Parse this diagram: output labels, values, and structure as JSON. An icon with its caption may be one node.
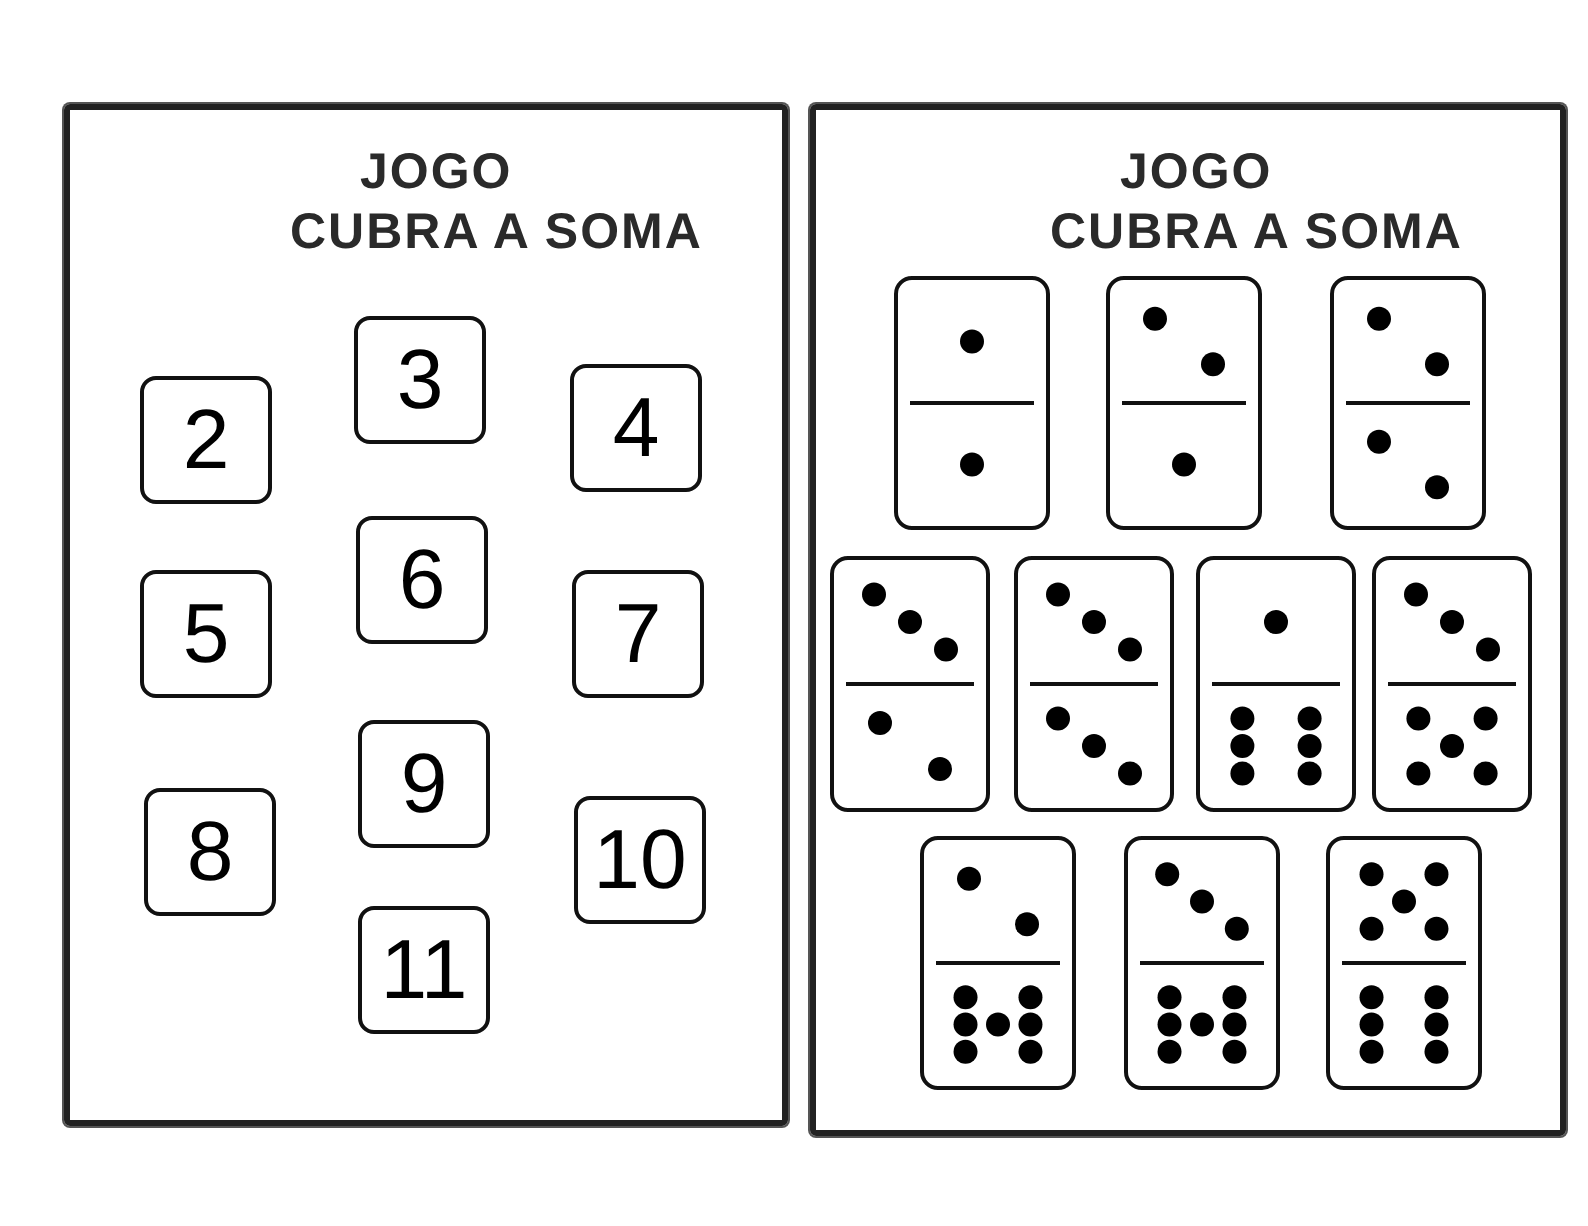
{
  "diagram": {
    "nodes": [
      {
        "text": [
          "2"
        ]
      },
      {
        "text": [
          "3"
        ]
      },
      {
        "text": [
          "4"
        ]
      },
      {
        "text": [
          "5"
        ]
      },
      {
        "text": [
          "6"
        ]
      },
      {
        "text": [
          "7"
        ]
      },
      {
        "text": [
          "8"
        ]
      },
      {
        "text": [
          "9"
        ]
      },
      {
        "text": [
          "10"
        ]
      },
      {
        "text": [
          "11"
        ]
      },
      {
        "text": [],
        "shape": "box"
      },
      {
        "text": [],
        "shape": "box"
      },
      {
        "text": [],
        "shape": "box"
      },
      {
        "text": [],
        "shape": "box"
      },
      {
        "text": [],
        "shape": "box"
      },
      {
        "text": [],
        "shape": "box"
      },
      {
        "text": [],
        "shape": "box"
      },
      {
        "text": [],
        "shape": "box"
      },
      {
        "text": [],
        "shape": "box"
      },
      {
        "text": [],
        "shape": "box"
      }
    ],
    "labels": [
      "JOGO",
      "CUBRA A SOMA",
      "JOGO",
      "CUBRA A SOMA"
    ]
  }
}
